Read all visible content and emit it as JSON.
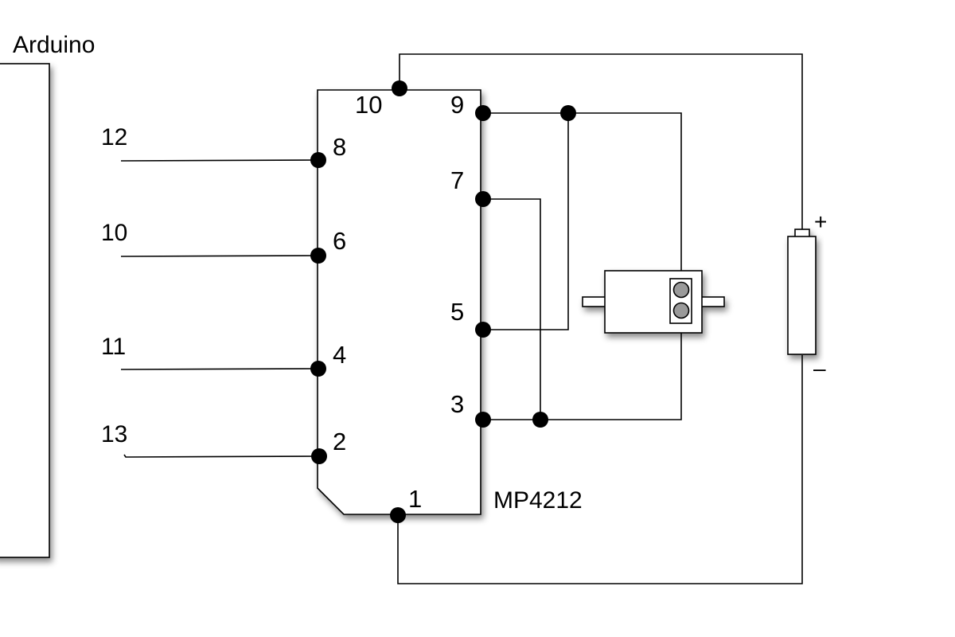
{
  "arduino": {
    "label": "Arduino",
    "pins": [
      {
        "id": "a12",
        "label": "12"
      },
      {
        "id": "a10",
        "label": "10"
      },
      {
        "id": "a11",
        "label": "11"
      },
      {
        "id": "a13",
        "label": "13"
      }
    ]
  },
  "chip": {
    "label": "MP4212",
    "pins": [
      {
        "id": "p10",
        "label": "10"
      },
      {
        "id": "p9",
        "label": "9"
      },
      {
        "id": "p8",
        "label": "8"
      },
      {
        "id": "p7",
        "label": "7"
      },
      {
        "id": "p6",
        "label": "6"
      },
      {
        "id": "p5",
        "label": "5"
      },
      {
        "id": "p4",
        "label": "4"
      },
      {
        "id": "p3",
        "label": "3"
      },
      {
        "id": "p2",
        "label": "2"
      },
      {
        "id": "p1",
        "label": "1"
      }
    ]
  },
  "battery": {
    "plus_label": "+",
    "minus_label": "–"
  }
}
